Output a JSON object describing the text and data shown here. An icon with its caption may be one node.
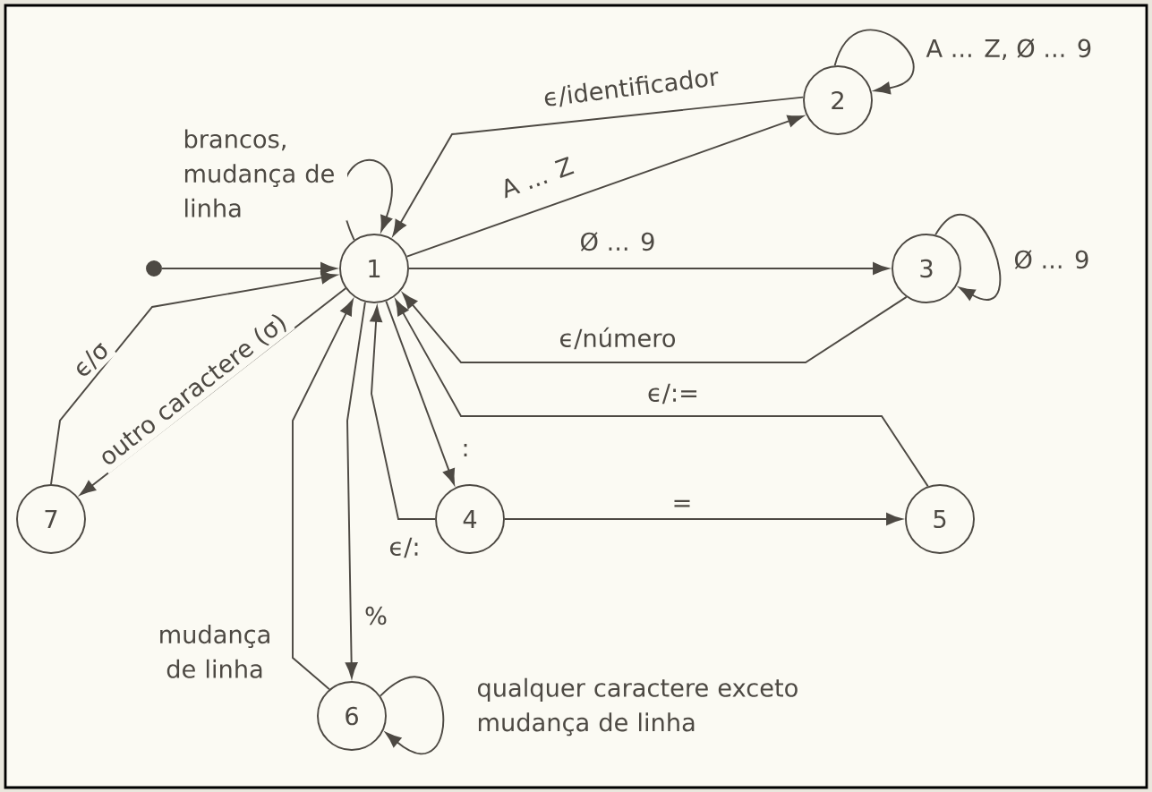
{
  "diagram": {
    "nodes": [
      {
        "text": [
          "1"
        ]
      },
      {
        "text": [
          "2"
        ]
      },
      {
        "text": [
          "3"
        ]
      },
      {
        "text": [
          "4"
        ]
      },
      {
        "text": [
          "5"
        ]
      },
      {
        "text": [
          "6"
        ]
      },
      {
        "text": [
          "7"
        ]
      },
      {
        "text": [],
        "shape": "circle"
      }
    ],
    "edges": [
      {
        "from": 7,
        "to": 0,
        "arrow": "to"
      },
      {
        "from": 0,
        "to": 0,
        "arrow": "to",
        "label": "brancos, mudança de linha"
      },
      {
        "from": 0,
        "to": 1,
        "arrow": "to",
        "label": "A ... Z"
      },
      {
        "from": 1,
        "to": 0,
        "arrow": "to",
        "label": "ϵ/identificador"
      },
      {
        "from": 1,
        "to": 1,
        "arrow": "to",
        "label": "A ... Z, Ø ... 9"
      },
      {
        "from": 0,
        "to": 2,
        "arrow": "to",
        "label": "Ø ... 9"
      },
      {
        "from": 2,
        "to": 2,
        "arrow": "to",
        "label": "Ø ... 9"
      },
      {
        "from": 2,
        "to": 0,
        "arrow": "to",
        "label": "ϵ/número"
      },
      {
        "from": 4,
        "to": 0,
        "arrow": "to",
        "label": "ϵ/:="
      },
      {
        "from": 0,
        "to": 3,
        "arrow": "to",
        "label": ":"
      },
      {
        "from": 3,
        "to": 0,
        "arrow": "to",
        "label": "ϵ/:"
      },
      {
        "from": 3,
        "to": 4,
        "arrow": "to",
        "label": "="
      },
      {
        "from": 0,
        "to": 6,
        "arrow": "to",
        "label": "outro caractere (σ)"
      },
      {
        "from": 6,
        "to": 0,
        "arrow": "to",
        "label": "ϵ/σ"
      },
      {
        "from": 0,
        "to": 5,
        "arrow": "to",
        "label": "%"
      },
      {
        "from": 5,
        "to": 0,
        "arrow": "to",
        "label": "mudança de linha"
      },
      {
        "from": 5,
        "to": 5,
        "arrow": "to",
        "label": "qualquer caractere exceto mudança de linha"
      }
    ]
  }
}
